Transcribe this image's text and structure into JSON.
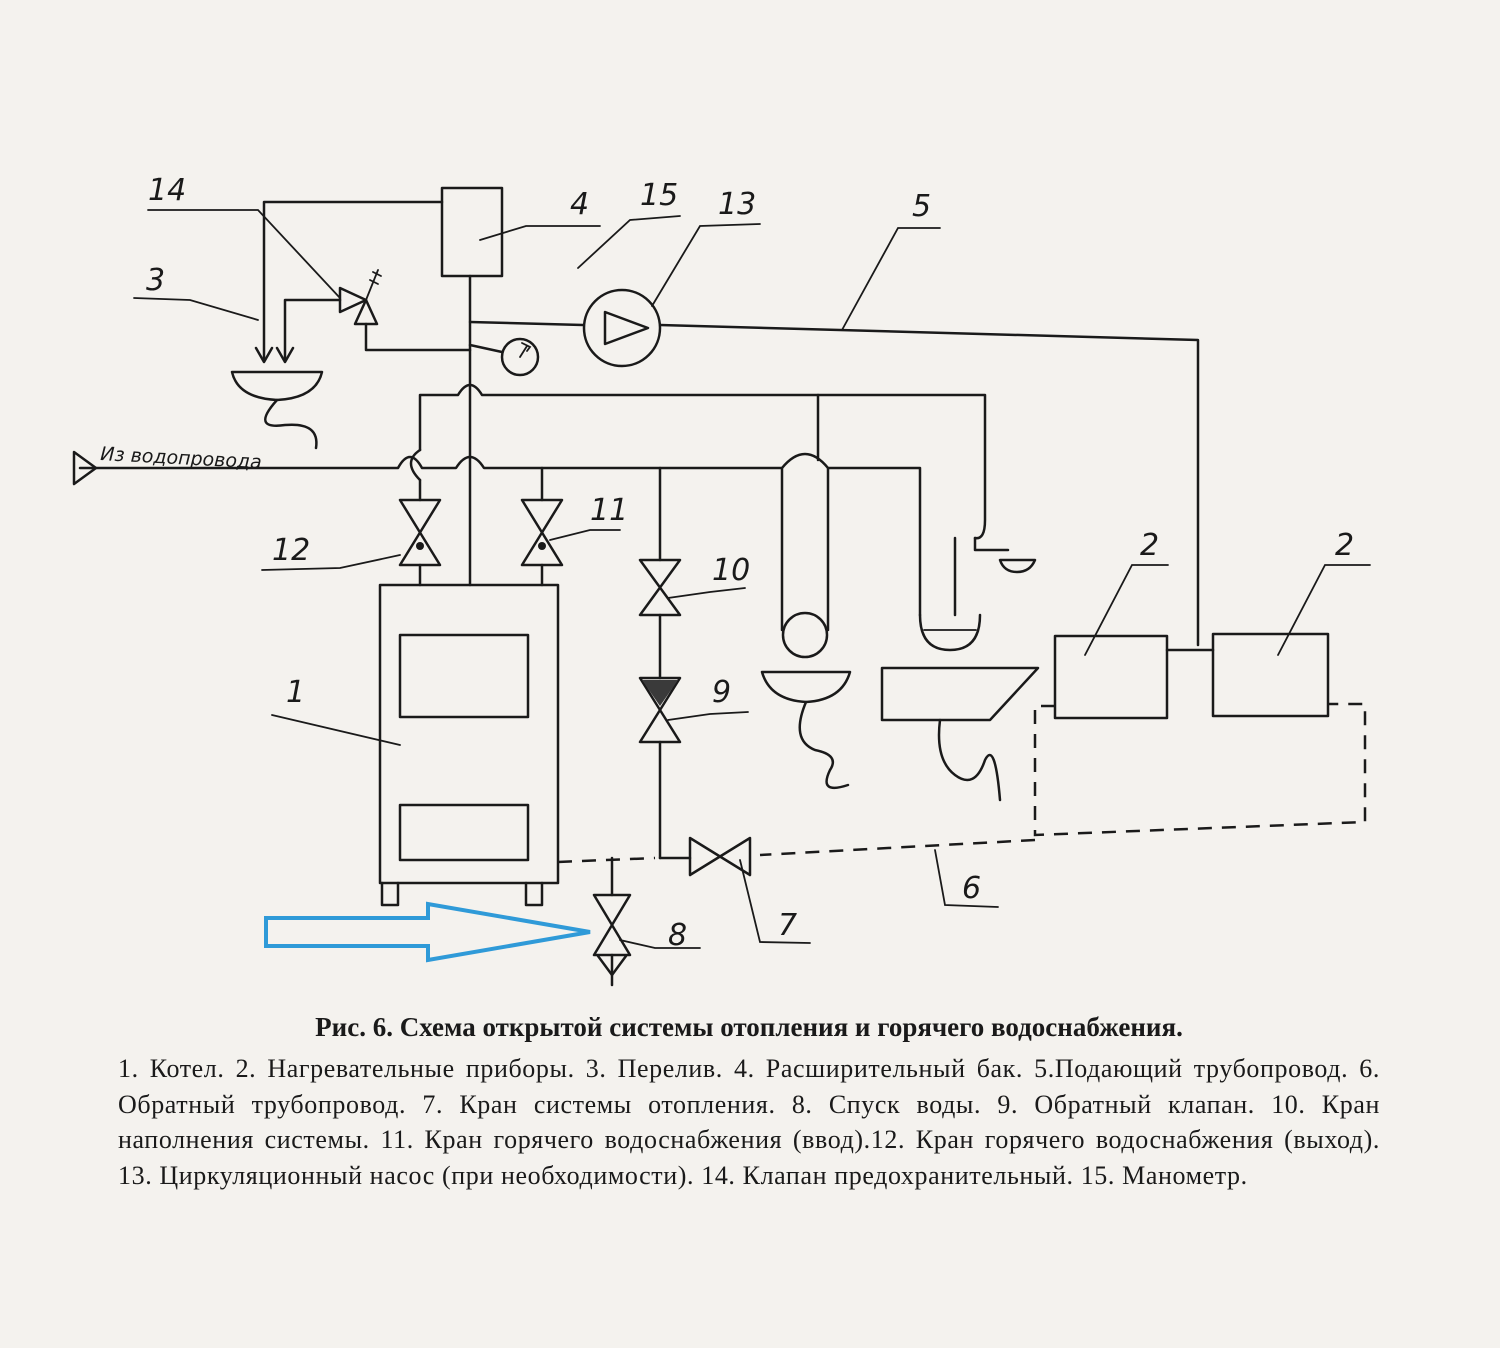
{
  "labels": {
    "l1": "1",
    "l2a": "2",
    "l2b": "2",
    "l3": "3",
    "l4": "4",
    "l5": "5",
    "l6": "6",
    "l7": "7",
    "l8": "8",
    "l9": "9",
    "l10": "10",
    "l11": "11",
    "l12": "12",
    "l13": "13",
    "l14": "14",
    "l15": "15"
  },
  "inlet_label": "Из водопровода",
  "caption": {
    "title": "Рис. 6. Схема открытой системы отопления и горячего водоснабжения.",
    "body": "1. Котел. 2. Нагревательные приборы. 3. Перелив. 4. Расширительный бак. 5.Подающий трубопровод. 6. Обратный трубопровод. 7. Кран системы отопления. 8. Спуск воды. 9. Обратный клапан. 10. Кран наполнения системы. 11. Кран горячего водоснабжения (ввод).12. Кран горячего водоснабжения (выход). 13. Циркуляционный насос (при необходимости). 14. Клапан предохранительный. 15. Манометр."
  },
  "colors": {
    "ink": "#1a1a1a",
    "paper": "#f4f2ee",
    "highlight_arrow": "#2f9ad8"
  }
}
